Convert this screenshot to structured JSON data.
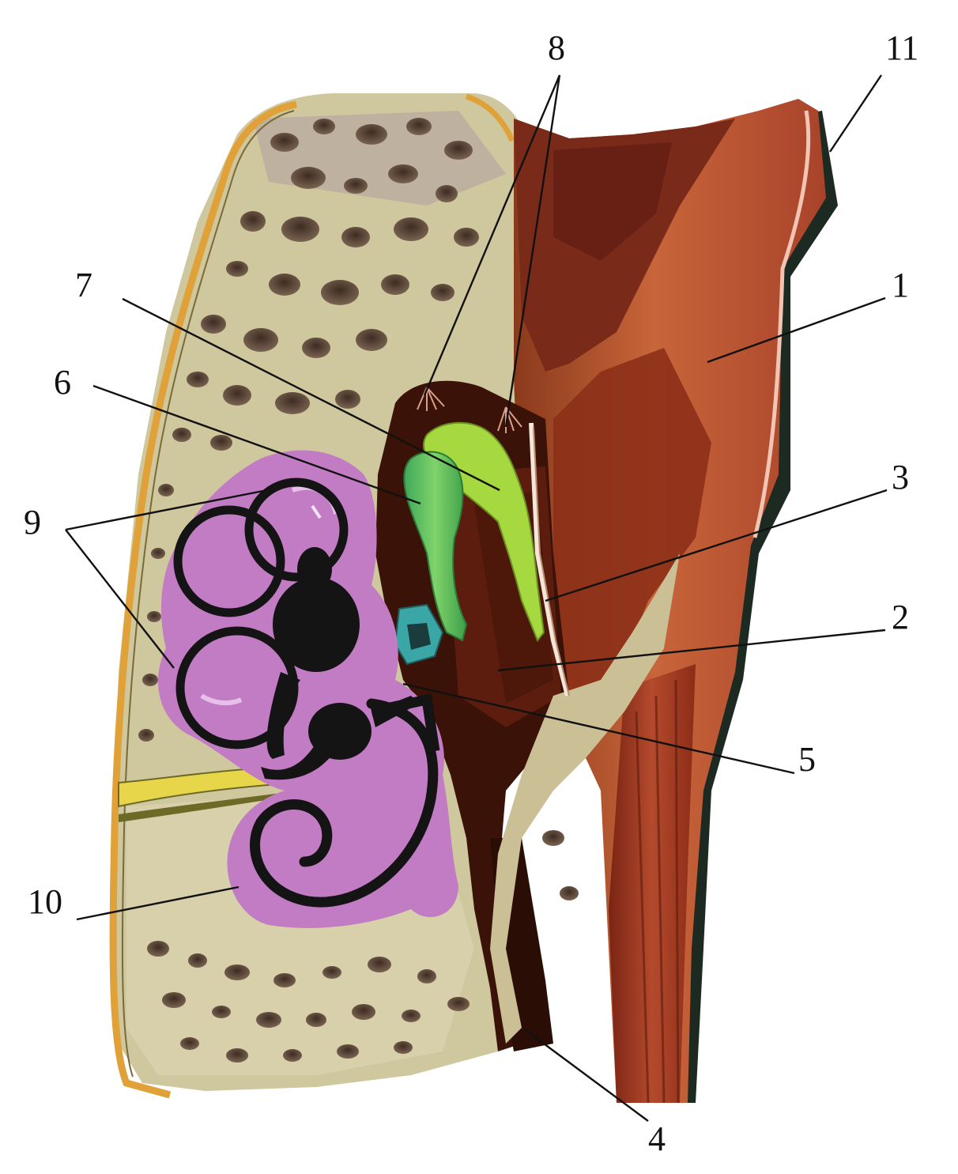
{
  "diagram": {
    "labels": [
      {
        "id": "1",
        "text": "1"
      },
      {
        "id": "2",
        "text": "2"
      },
      {
        "id": "3",
        "text": "3"
      },
      {
        "id": "4",
        "text": "4"
      },
      {
        "id": "5",
        "text": "5"
      },
      {
        "id": "6",
        "text": "6"
      },
      {
        "id": "7",
        "text": "7"
      },
      {
        "id": "8",
        "text": "8"
      },
      {
        "id": "9",
        "text": "9"
      },
      {
        "id": "10",
        "text": "10"
      },
      {
        "id": "11",
        "text": "11"
      }
    ],
    "colors": {
      "background": "#ffffff",
      "bone": "#cfc79d",
      "bone_pore": "#6e5846",
      "dura_orange": "#e0a238",
      "nerve_yellow": "#e8d64a",
      "skin_red": "#b5442a",
      "canal_dark": "#3a1208",
      "cavity_brown": "#5c1d0e",
      "ossicle_green": "#6dc15a",
      "ossicle_lightgreen": "#a6d83f",
      "stapes_teal": "#3aa7a6",
      "labyrinth_pink": "#c27cc4",
      "membranous_black": "#141414",
      "hair_black": "#1d2a22"
    }
  }
}
